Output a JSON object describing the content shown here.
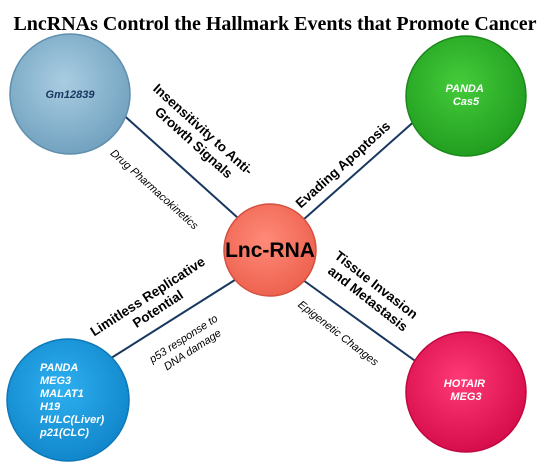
{
  "title": "LncRNAs Control the Hallmark Events that Promote Cancer",
  "center": {
    "label": "Lnc-RNA",
    "color": "#f7735f"
  },
  "nodes": {
    "top_left": {
      "color": "#87b6d0",
      "lines": [
        "Gm12839"
      ]
    },
    "top_right": {
      "color": "#2db52a",
      "lines": [
        "PANDA",
        "Cas5"
      ]
    },
    "bottom_left": {
      "color": "#179ce0",
      "lines": [
        "PANDA",
        "MEG3",
        "MALAT1",
        "H19",
        "HULC(Liver)",
        "p21(CLC)"
      ]
    },
    "bottom_right": {
      "color": "#ef1158",
      "lines": [
        "HOTAIR",
        "MEG3"
      ]
    }
  },
  "edges": {
    "top_left": {
      "hallmark": [
        "Insensitivity to Anti-",
        "Growth Signals"
      ],
      "example": [
        "Drug Pharmacokinetics"
      ]
    },
    "top_right": {
      "hallmark": [
        "Evading Apoptosis"
      ]
    },
    "bottom_left": {
      "hallmark": [
        "Limitless Replicative",
        "Potential"
      ],
      "example": [
        "p53 response to",
        "DNA damage"
      ]
    },
    "bottom_right": {
      "hallmark": [
        "Tissue Invasion",
        "and Metastasis"
      ],
      "example": [
        "Epigenetic Changes"
      ]
    }
  }
}
